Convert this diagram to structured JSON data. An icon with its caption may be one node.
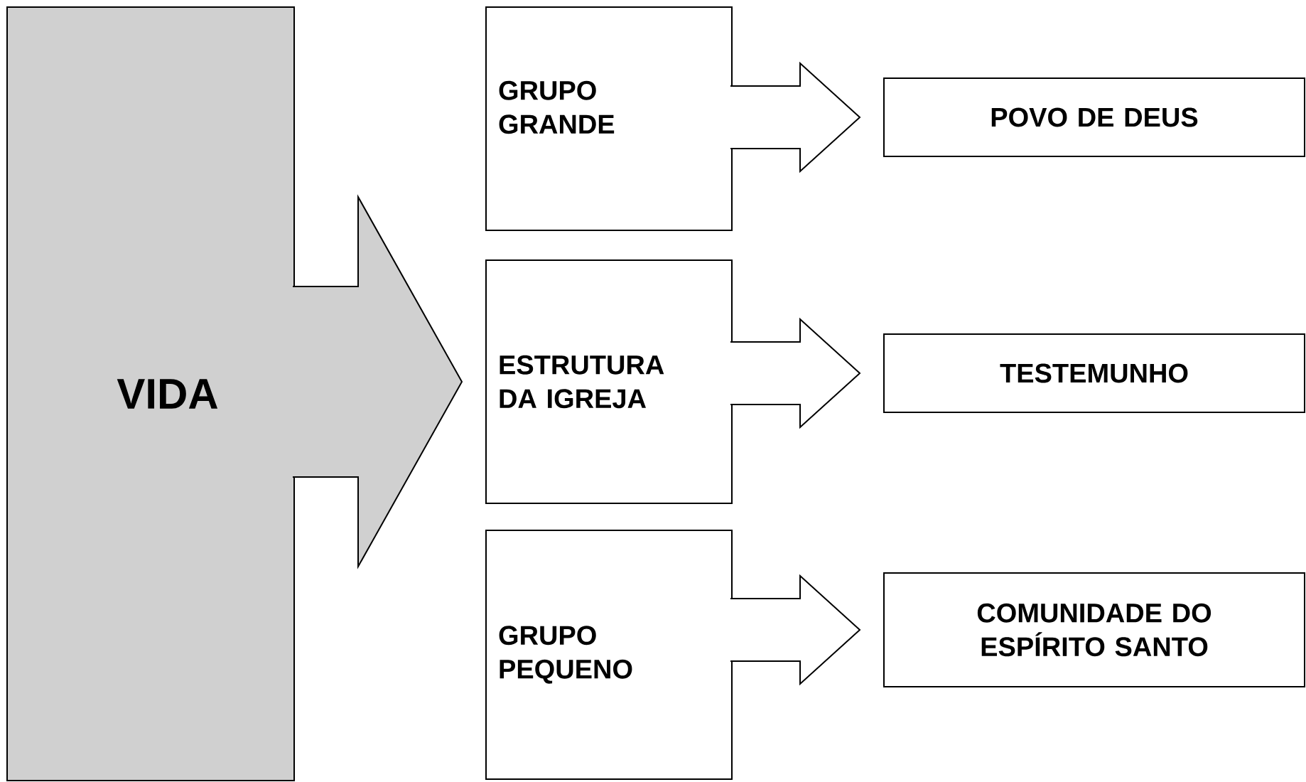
{
  "diagram": {
    "nodes": [
      {
        "text": [
          "VIDA"
        ]
      },
      {
        "text": [
          "GRUPO GRANDE"
        ]
      },
      {
        "text": [
          "ESTRUTURA DA IGREJA"
        ]
      },
      {
        "text": [
          "GRUPO PEQUENO"
        ]
      },
      {
        "text": [
          "POVO DE DEUS"
        ]
      },
      {
        "text": [
          "TESTEMUNHO"
        ]
      },
      {
        "text": [
          "COMUNIDADE DO ESPÍRITO SANTO"
        ]
      }
    ],
    "edges": [
      {
        "from": 0,
        "to": 2,
        "arrow": "to"
      },
      {
        "from": 1,
        "to": 4,
        "arrow": "to"
      },
      {
        "from": 2,
        "to": 5,
        "arrow": "to"
      },
      {
        "from": 3,
        "to": 6,
        "arrow": "to"
      }
    ]
  }
}
